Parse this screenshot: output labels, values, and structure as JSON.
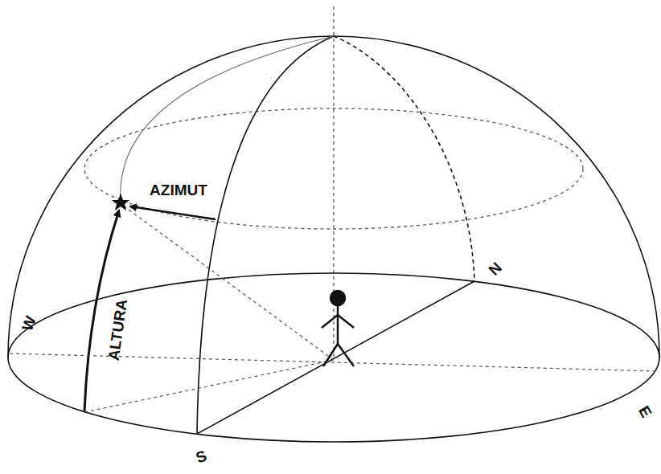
{
  "diagram": {
    "labels": [
      "AZIMUT",
      "N",
      "W",
      "ALTURA",
      "E",
      "S"
    ]
  }
}
